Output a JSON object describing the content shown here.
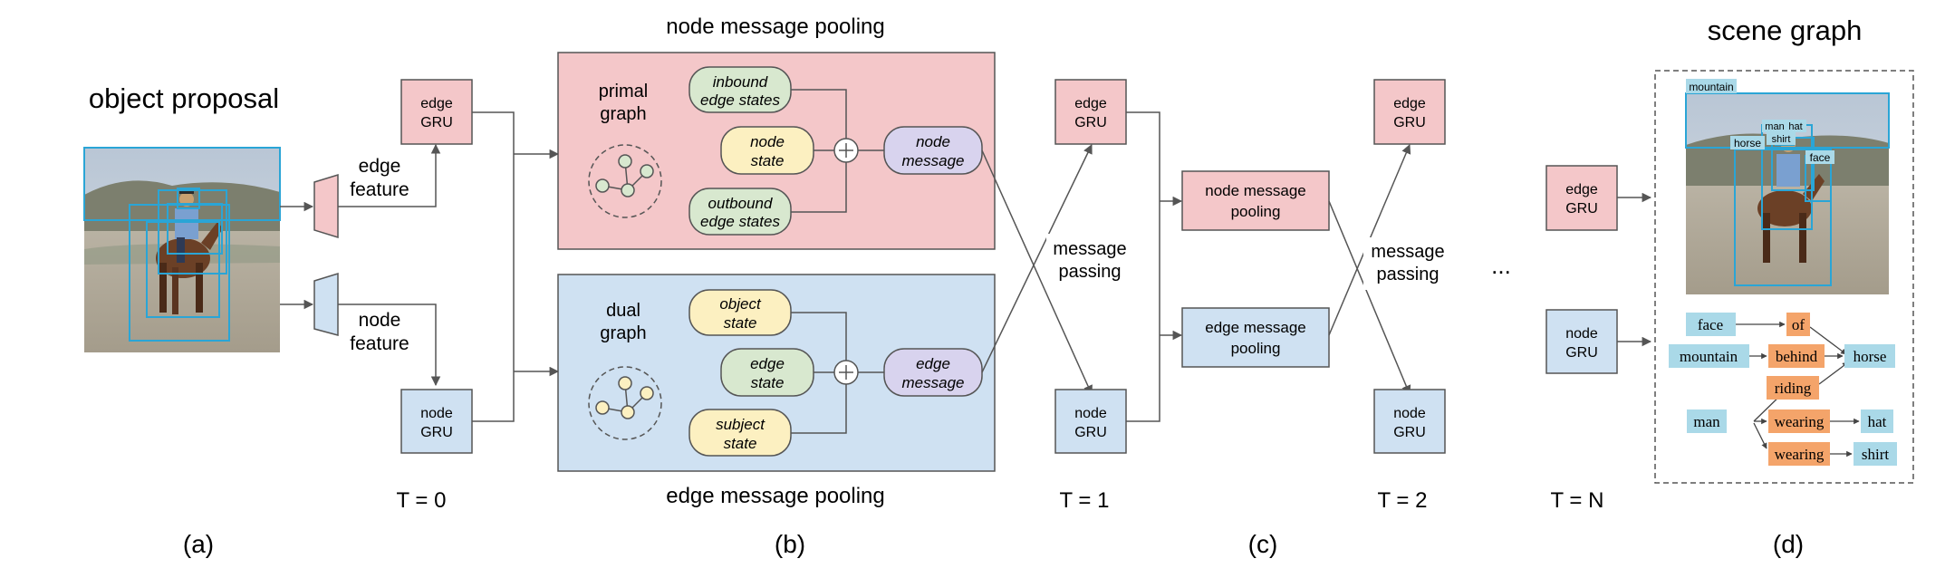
{
  "titles": {
    "object_proposal": "object proposal",
    "node_pooling": "node message pooling",
    "edge_pooling": "edge message pooling",
    "scene_graph": "scene graph"
  },
  "panel_labels": {
    "a": "(a)",
    "b": "(b)",
    "c": "(c)",
    "d": "(d)"
  },
  "timesteps": {
    "t0": "T = 0",
    "t1": "T = 1",
    "t2": "T = 2",
    "tn": "T = N"
  },
  "gru": {
    "edge_1": "edge",
    "edge_2": "GRU",
    "node_1": "node",
    "node_2": "GRU"
  },
  "features": {
    "edge_1": "edge",
    "edge_2": "feature",
    "node_1": "node",
    "node_2": "feature"
  },
  "primal": {
    "title_1": "primal",
    "title_2": "graph",
    "inbound_1": "inbound",
    "inbound_2": "edge states",
    "node_state_1": "node",
    "node_state_2": "state",
    "outbound_1": "outbound",
    "outbound_2": "edge states",
    "message_1": "node",
    "message_2": "message"
  },
  "dual": {
    "title_1": "dual",
    "title_2": "graph",
    "object_1": "object",
    "object_2": "state",
    "edge_state_1": "edge",
    "edge_state_2": "state",
    "subject_1": "subject",
    "subject_2": "state",
    "message_1": "edge",
    "message_2": "message"
  },
  "message_passing": {
    "line_1": "message",
    "line_2": "passing"
  },
  "pooling_boxes": {
    "node_1": "node message",
    "node_2": "pooling",
    "edge_1": "edge message",
    "edge_2": "pooling"
  },
  "ellipsis": "...",
  "detections": {
    "mountain": "mountain",
    "man": "man",
    "hat": "hat",
    "shirt": "shirt",
    "horse": "horse",
    "face": "face"
  },
  "scene_graph": {
    "nodes": {
      "face": "face",
      "of": "of",
      "mountain": "mountain",
      "behind": "behind",
      "horse": "horse",
      "riding": "riding",
      "man": "man",
      "wearing_1": "wearing",
      "hat": "hat",
      "wearing_2": "wearing",
      "shirt": "shirt"
    }
  },
  "colors": {
    "pink": "#f4c7c9",
    "blue": "#cfe1f2",
    "green": "#d8e8cf",
    "yellow": "#fcf0c1",
    "purple": "#d8d3ee",
    "entity": "#aad9e8",
    "predicate": "#f4a46a",
    "box": "#2aa5d6"
  }
}
